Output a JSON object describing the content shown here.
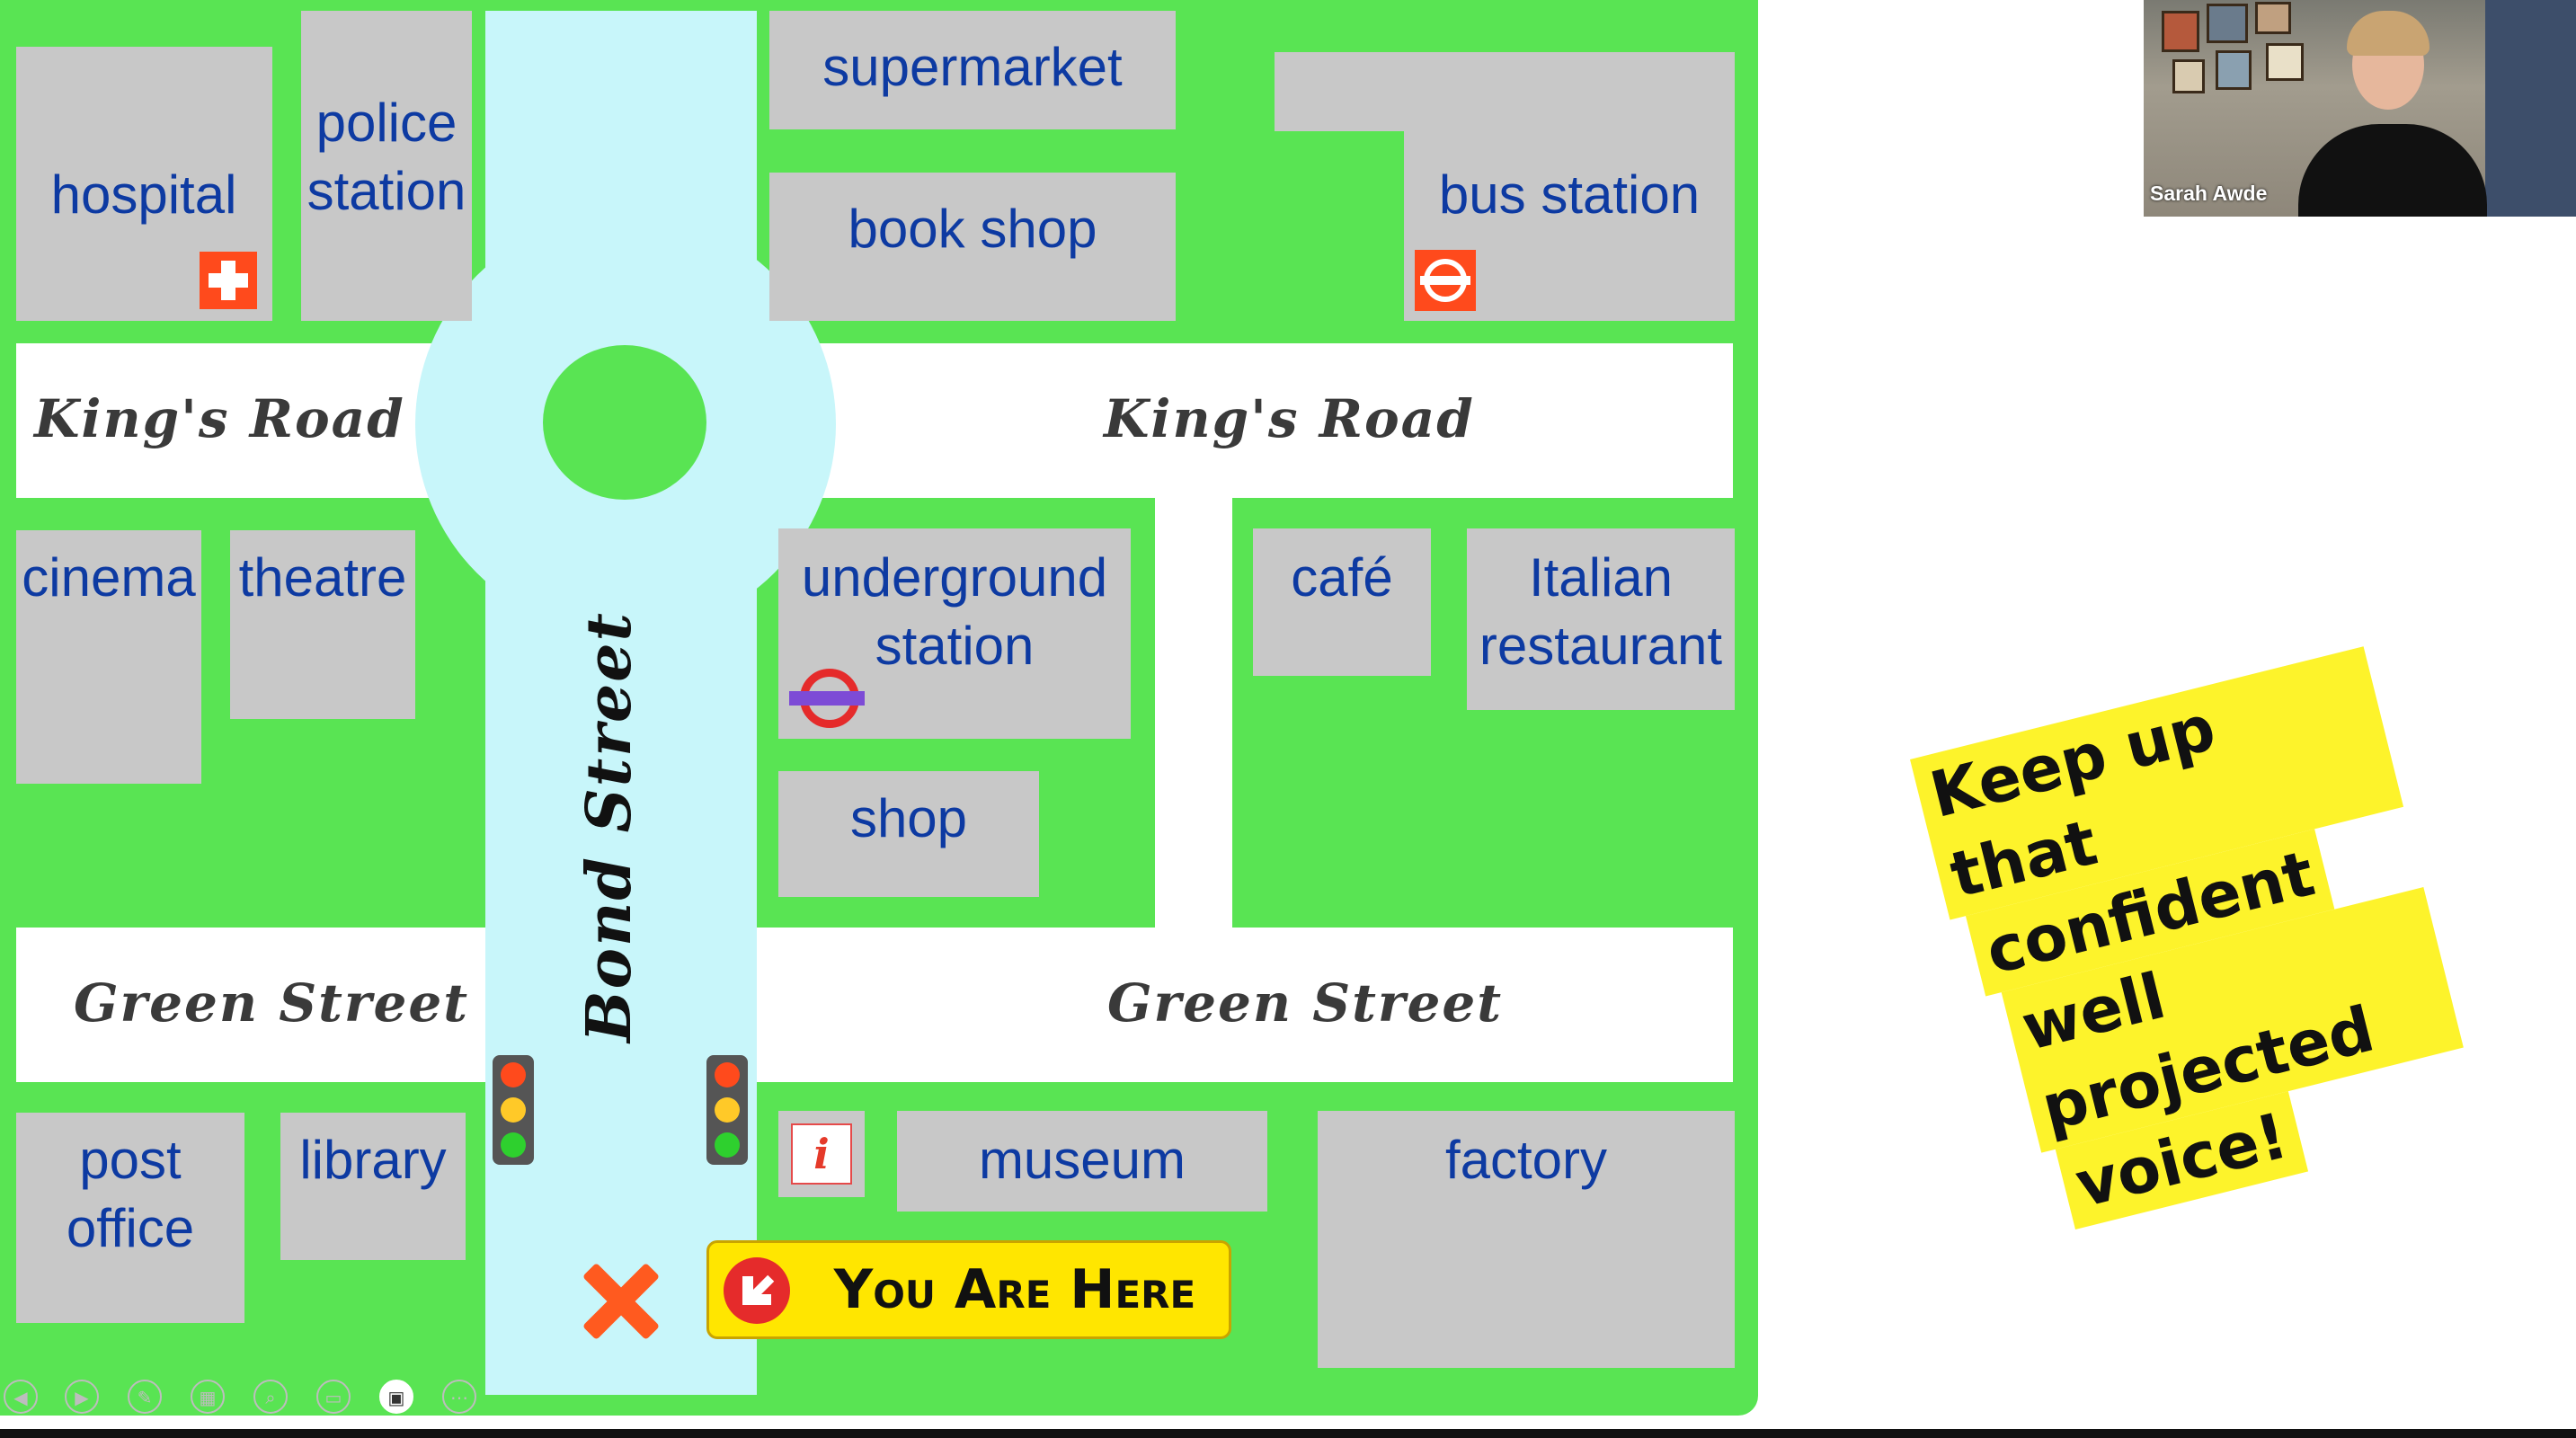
{
  "map": {
    "places": {
      "hospital": "hospital",
      "police_station_line1": "police",
      "police_station_line2": "station",
      "supermarket": "supermarket",
      "book_shop": "book shop",
      "bus_station": "bus station",
      "cinema": "cinema",
      "theatre": "theatre",
      "underground_line1": "underground",
      "underground_line2": "station",
      "shop": "shop",
      "cafe": "café",
      "italian_line1": "Italian",
      "italian_line2": "restaurant",
      "post_office_line1": "post",
      "post_office_line2": "office",
      "library": "library",
      "museum": "museum",
      "factory": "factory"
    },
    "roads": {
      "kings_road_left": "King's Road",
      "kings_road_right": "King's Road",
      "green_street_left": "Green Street",
      "green_street_right": "Green Street",
      "bond_street": "Bond Street"
    },
    "you_are_here": "You Are Here",
    "info_symbol": "i"
  },
  "colors": {
    "grass": "#59e453",
    "building": "#c8c8c8",
    "label": "#0d3aa2",
    "bond_street": "#c8f6fa",
    "sign_yellow": "#ffe600",
    "note_yellow": "#fdf32b"
  },
  "icons": {
    "hospital": "red-cross-icon",
    "bus": "bus-roundel-icon",
    "underground": "underground-roundel-icon",
    "info": "information-icon",
    "cross": "x-marker-icon",
    "arrow": "arrow-down-left-icon"
  },
  "webcam": {
    "speaker_name": "Sarah Awde"
  },
  "note": {
    "line1": "Keep up that",
    "line2": "confident",
    "line3": "well projected",
    "line4": "voice!"
  }
}
